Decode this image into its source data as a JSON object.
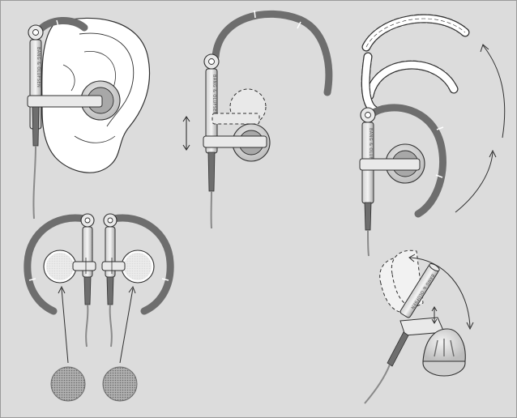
{
  "panel": {
    "background": "#dcdcdc",
    "border": "#9a9a9a"
  },
  "colors": {
    "arm": "#6e6e6e",
    "arm_light": "#cfcfcf",
    "metal": "#e9e9e9",
    "metal_dark": "#9c9c9c",
    "cable": "#8a8a8a",
    "ear": "#ffffff",
    "stroke": "#2f2f2f",
    "mesh": "#8c8c8c"
  },
  "brand_text": "BANG & OLUFSEN",
  "figures": [
    {
      "id": "worn-on-ear"
    },
    {
      "id": "height-adjust"
    },
    {
      "id": "arm-rotation-positions"
    },
    {
      "id": "left-right-pair"
    },
    {
      "id": "earpiece-angle-adjust"
    }
  ]
}
